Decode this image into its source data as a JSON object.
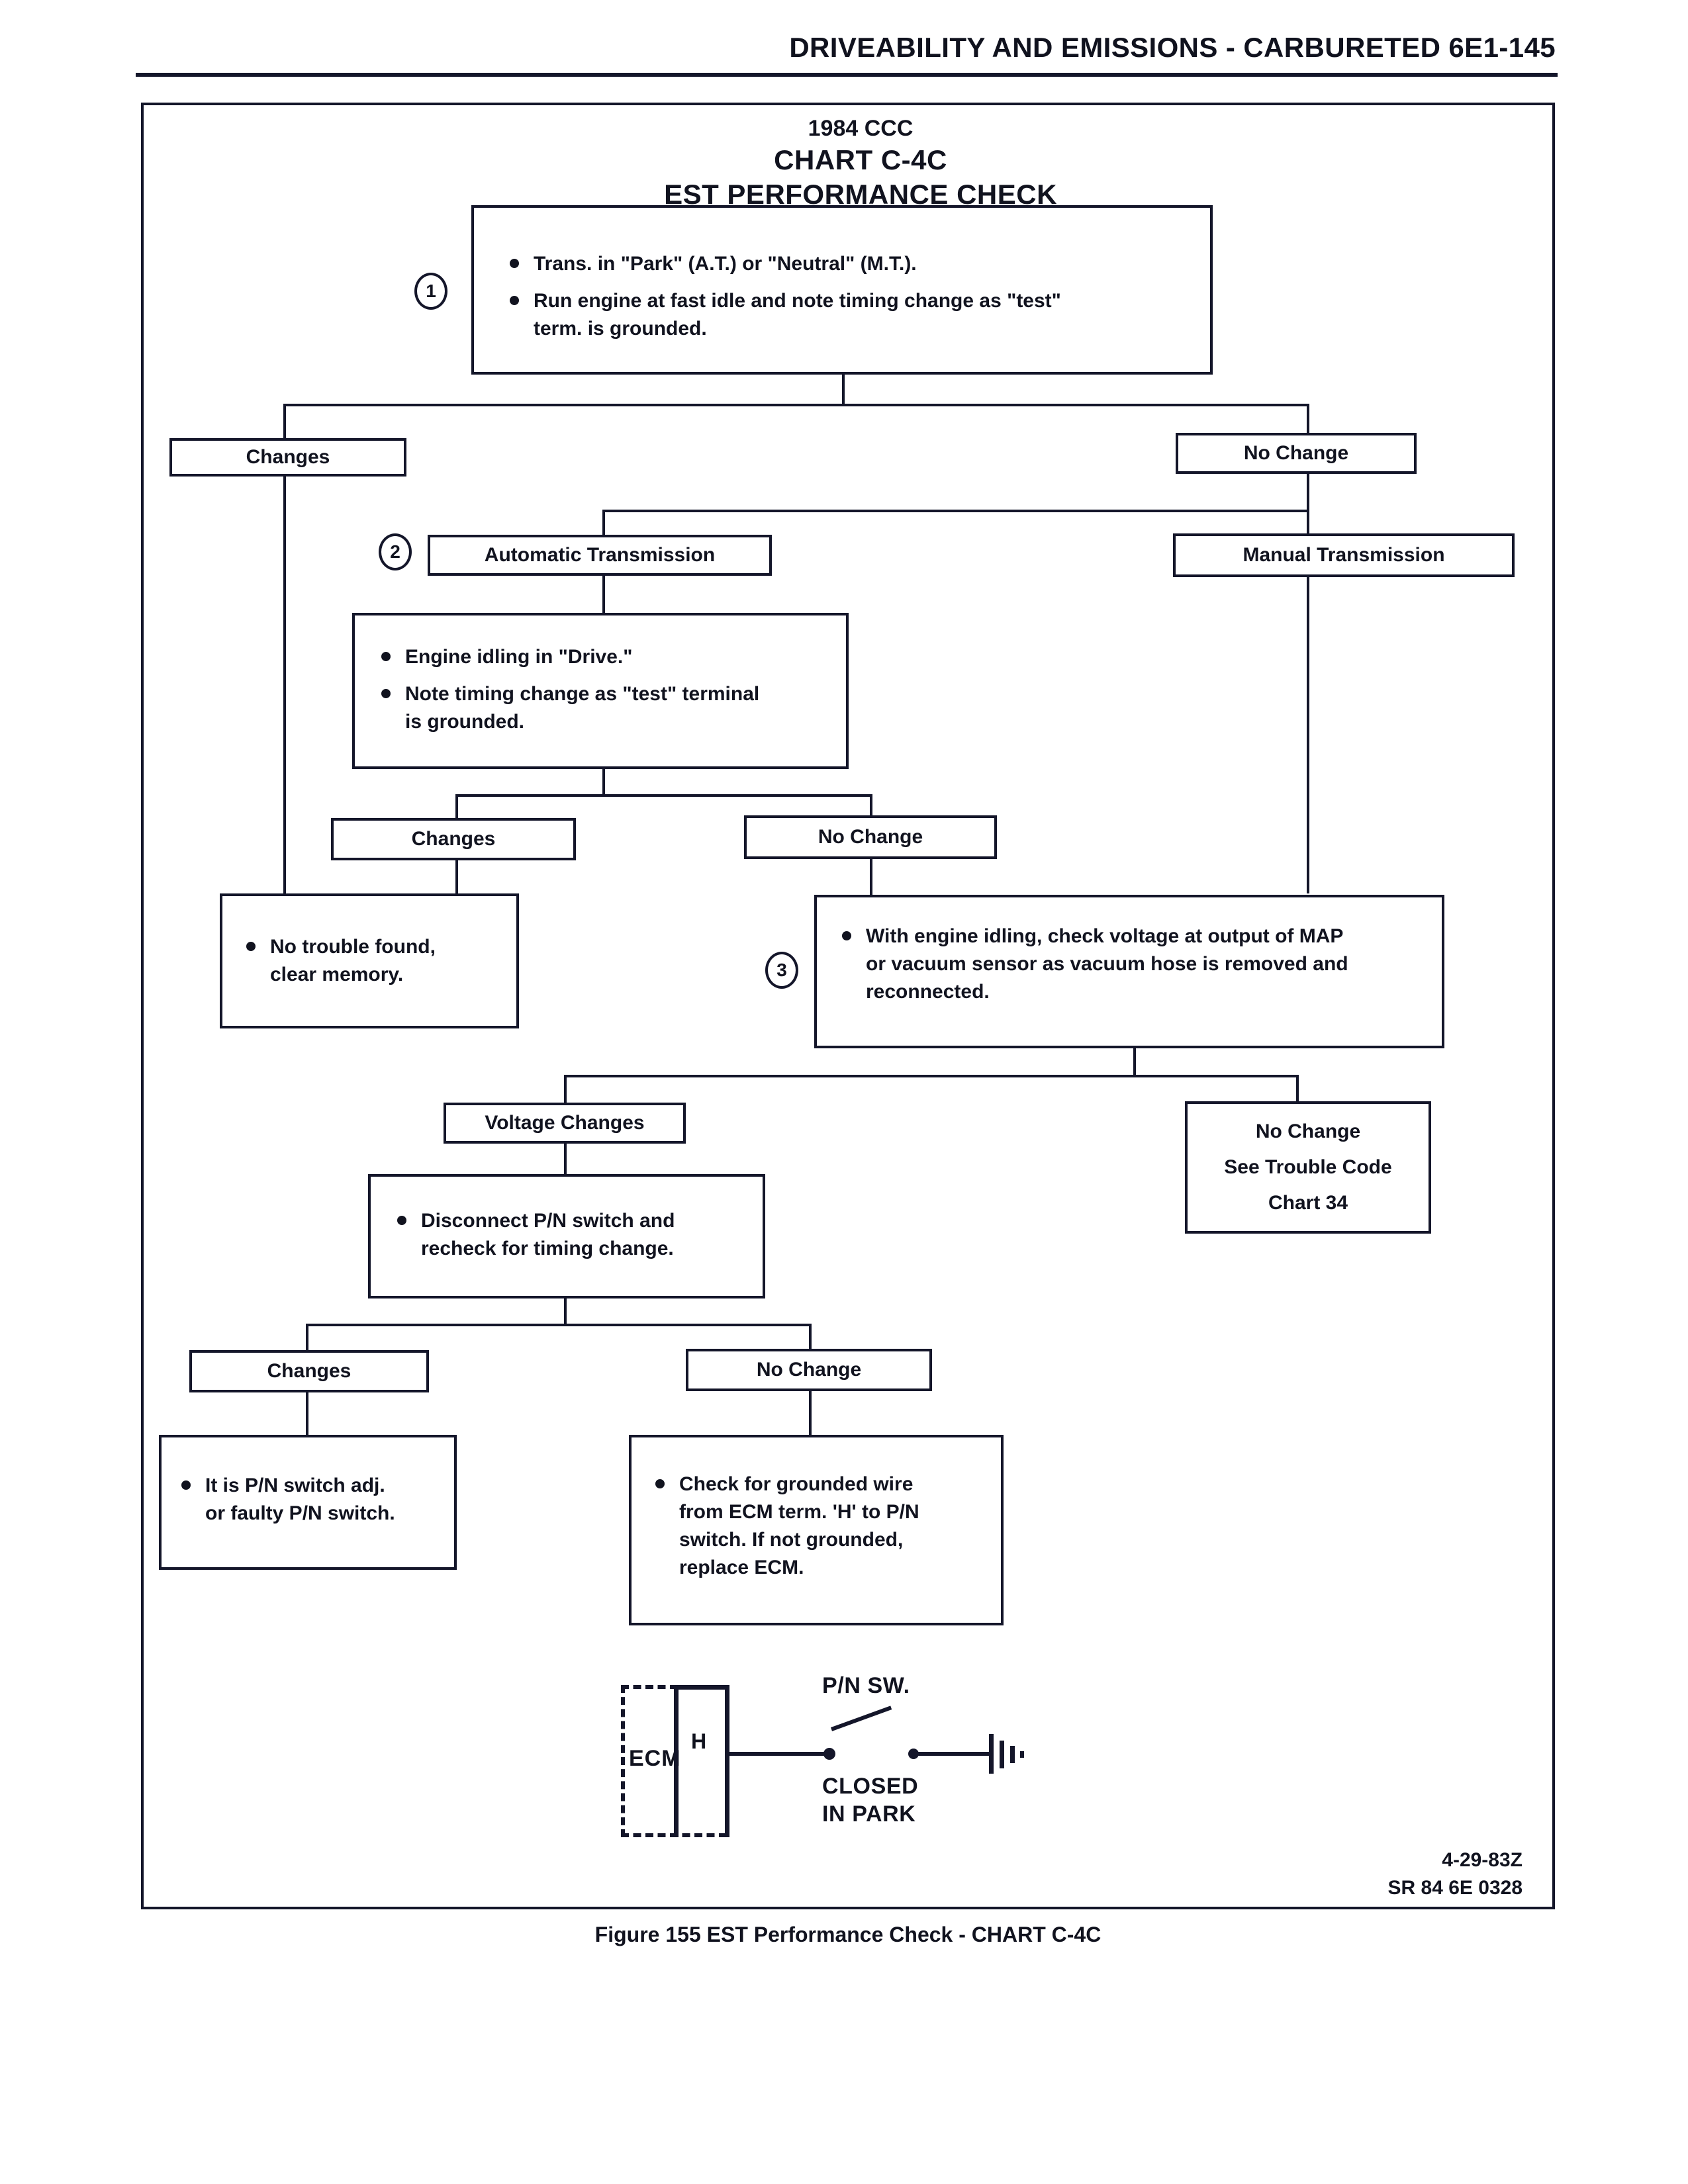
{
  "header": {
    "title": "DRIVEABILITY AND EMISSIONS - CARBURETED  6E1-145"
  },
  "chart": {
    "title_line1": "1984 CCC",
    "title_line2": "CHART C-4C",
    "title_line3": "EST PERFORMANCE CHECK"
  },
  "steps": {
    "step1": "1",
    "step2": "2",
    "step3": "3"
  },
  "nodes": {
    "step1_box": {
      "bullets": [
        "Trans. in \"Park\" (A.T.) or \"Neutral\" (M.T.).",
        "Run engine at fast idle and note timing change as \"test\"\nterm. is grounded."
      ]
    },
    "changes_1": "Changes",
    "no_change_1": "No Change",
    "automatic_transmission": "Automatic Transmission",
    "manual_transmission": "Manual Transmission",
    "step2_box": {
      "bullets": [
        "Engine idling in \"Drive.\"",
        "Note timing change as \"test\" terminal\nis grounded."
      ]
    },
    "changes_2": "Changes",
    "no_change_2": "No Change",
    "no_trouble_found": {
      "bullets": [
        "No trouble found,\nclear memory."
      ]
    },
    "step3_box": {
      "bullets": [
        "With engine idling, check voltage at output of MAP\nor vacuum sensor as vacuum hose is removed and\nreconnected."
      ]
    },
    "voltage_changes": "Voltage Changes",
    "no_change_trouble_code": "No Change\nSee Trouble Code\nChart 34",
    "disconnect_pn_switch": {
      "bullets": [
        "Disconnect P/N switch and\nrecheck for timing change."
      ]
    },
    "changes_3": "Changes",
    "no_change_3": "No Change",
    "pn_switch_faulty": {
      "bullets": [
        "It is P/N switch adj.\nor faulty P/N switch."
      ]
    },
    "check_grounded_wire": {
      "bullets": [
        "Check for grounded wire\nfrom ECM term. 'H' to P/N\nswitch. If not grounded,\nreplace ECM."
      ]
    }
  },
  "circuit": {
    "ecm_label": "ECM",
    "terminal_label": "H",
    "switch_label": "P/N SW.",
    "switch_state": "CLOSED\nIN PARK"
  },
  "footer": {
    "code_date": "4-29-83Z",
    "code_doc": "SR 84 6E 0328",
    "caption": "Figure 155 EST Performance Check - CHART C-4C"
  }
}
